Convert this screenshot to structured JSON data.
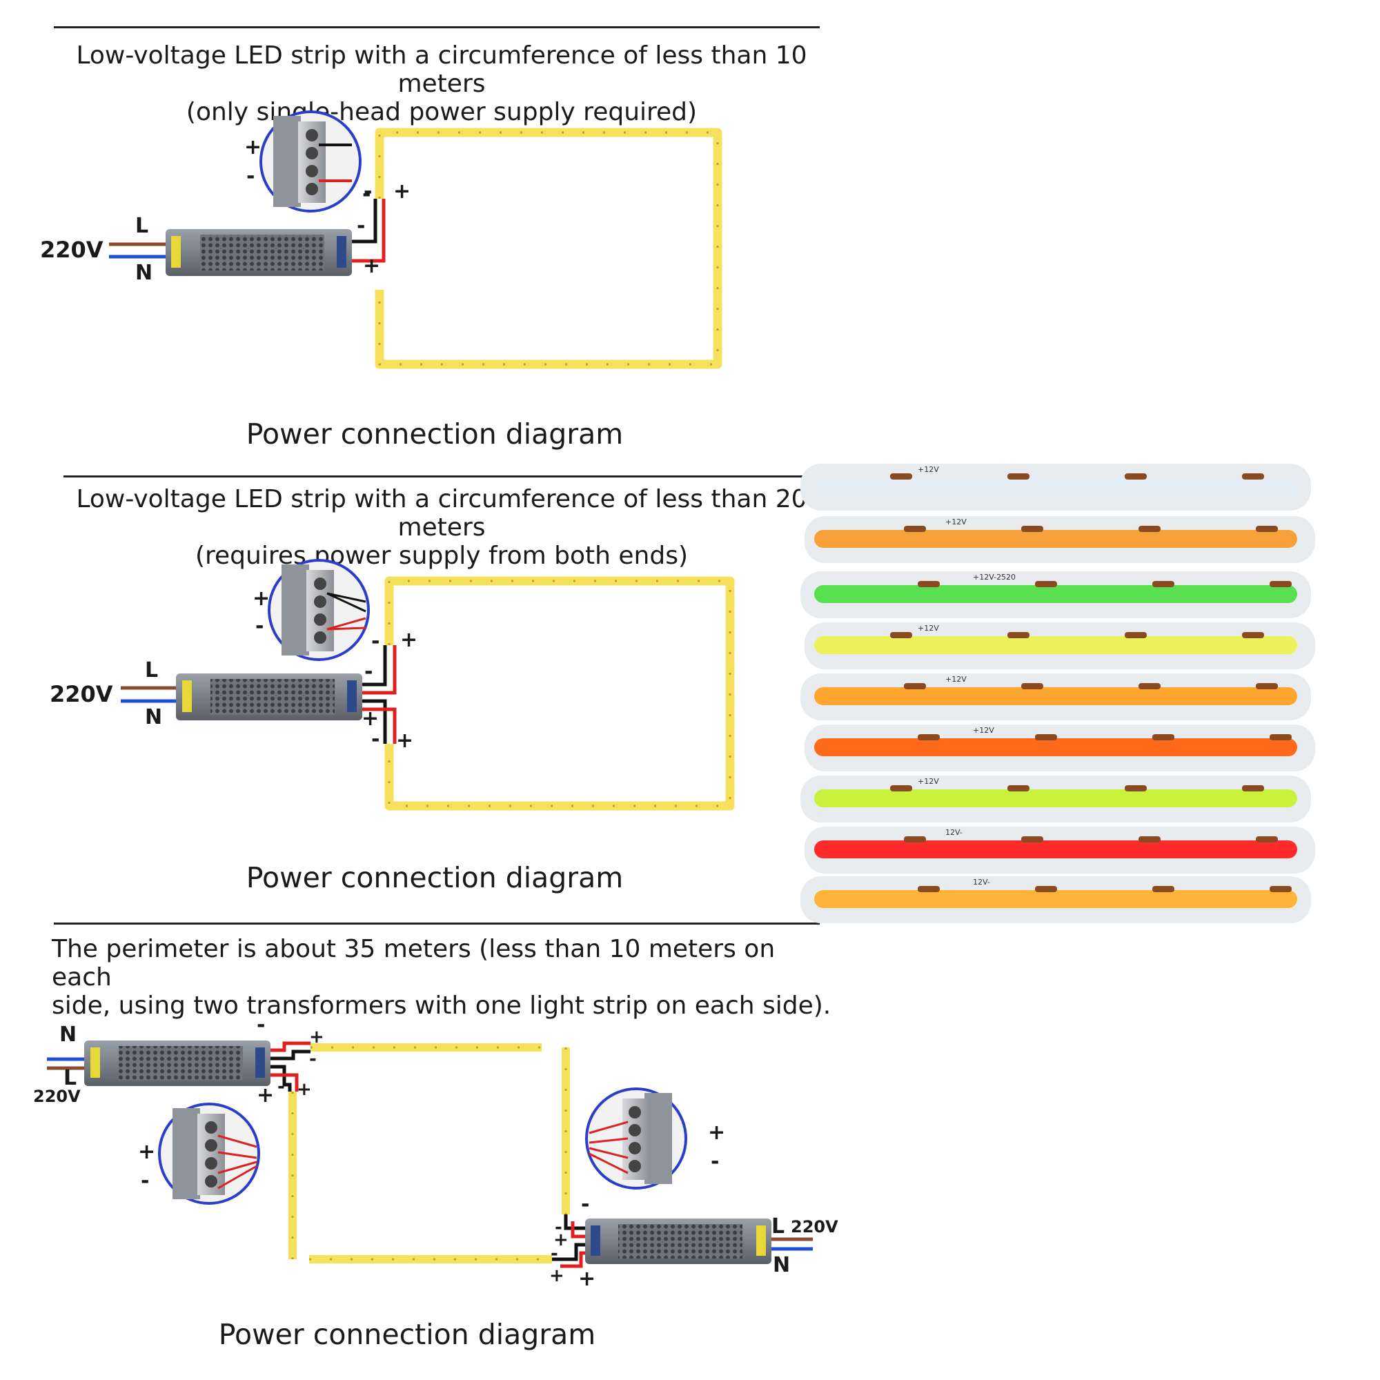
{
  "diagram1": {
    "heading_line1": "Low-voltage LED strip with a circumference of less than 10 meters",
    "heading_line2": "(only single-head power supply required)",
    "caption": "Power connection diagram",
    "input_voltage": "220V",
    "live_label": "L",
    "neutral_label": "N"
  },
  "diagram2": {
    "heading_line1": "Low-voltage LED strip with a circumference of less than 20 meters",
    "heading_line2": "(requires power supply from both ends)",
    "caption": "Power connection diagram",
    "input_voltage": "220V",
    "live_label": "L",
    "neutral_label": "N"
  },
  "diagram3": {
    "heading_line1": "The perimeter is about 35 meters (less than 10 meters on each",
    "heading_line2": "side, using two transformers with one light strip on each side).",
    "caption": "Power connection diagram",
    "input_voltage": "220V",
    "live_label": "L",
    "neutral_label": "N"
  },
  "polarity": {
    "positive": "+",
    "negative": "-"
  },
  "product_photo": {
    "strip_marking": "+12V",
    "strip_marking_alt": "12V-",
    "strip_model": "+12V-2520",
    "strip_colors": [
      "#e6eef5",
      "#f7a13a",
      "#58e050",
      "#eef25a",
      "#ffa62e",
      "#ff6a1a",
      "#c8f23c",
      "#ff2a2a",
      "#ffb339"
    ]
  },
  "colors": {
    "wire_live": "#8b4a2b",
    "wire_neutral": "#1f4fd6",
    "wire_positive": "#e02020",
    "wire_negative": "#111111",
    "strip_yellow": "#f6e25a",
    "zoom_circle": "#2a3fc8"
  },
  "icons": [
    "power-supply-icon",
    "terminal-zoom-icon",
    "led-strip-icon",
    "led-strip-reels-photo"
  ]
}
